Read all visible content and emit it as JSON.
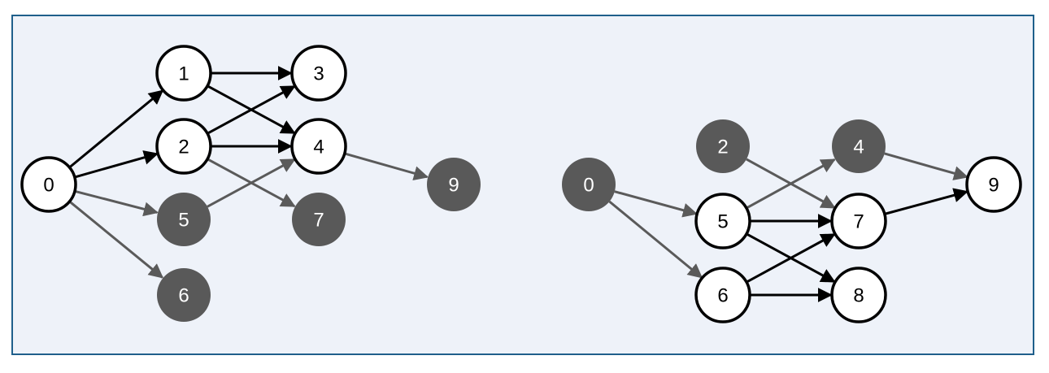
{
  "colors": {
    "background": "#eef2f9",
    "border": "#1f5f8b",
    "active_node_fill": "#ffffff",
    "active_stroke": "#000000",
    "inactive_node_fill": "#595959",
    "inactive_edge": "#5a5a5a",
    "inactive_label": "#ffffff",
    "active_label": "#000000"
  },
  "graphs": [
    {
      "name": "left-graph",
      "nodes": [
        {
          "id": "0",
          "label": "0",
          "state": "active"
        },
        {
          "id": "1",
          "label": "1",
          "state": "active"
        },
        {
          "id": "2",
          "label": "2",
          "state": "active"
        },
        {
          "id": "3",
          "label": "3",
          "state": "active"
        },
        {
          "id": "4",
          "label": "4",
          "state": "active"
        },
        {
          "id": "5",
          "label": "5",
          "state": "inactive"
        },
        {
          "id": "6",
          "label": "6",
          "state": "inactive"
        },
        {
          "id": "7",
          "label": "7",
          "state": "inactive"
        },
        {
          "id": "9",
          "label": "9",
          "state": "inactive"
        }
      ],
      "edges": [
        {
          "from": "0",
          "to": "1",
          "state": "active"
        },
        {
          "from": "0",
          "to": "2",
          "state": "active"
        },
        {
          "from": "0",
          "to": "5",
          "state": "inactive"
        },
        {
          "from": "0",
          "to": "6",
          "state": "inactive"
        },
        {
          "from": "1",
          "to": "3",
          "state": "active"
        },
        {
          "from": "1",
          "to": "4",
          "state": "active"
        },
        {
          "from": "2",
          "to": "3",
          "state": "active"
        },
        {
          "from": "2",
          "to": "4",
          "state": "active"
        },
        {
          "from": "2",
          "to": "7",
          "state": "inactive"
        },
        {
          "from": "5",
          "to": "4",
          "state": "inactive"
        },
        {
          "from": "4",
          "to": "9",
          "state": "inactive"
        }
      ]
    },
    {
      "name": "right-graph",
      "nodes": [
        {
          "id": "0",
          "label": "0",
          "state": "inactive"
        },
        {
          "id": "2",
          "label": "2",
          "state": "inactive"
        },
        {
          "id": "4",
          "label": "4",
          "state": "inactive"
        },
        {
          "id": "5",
          "label": "5",
          "state": "active"
        },
        {
          "id": "6",
          "label": "6",
          "state": "active"
        },
        {
          "id": "7",
          "label": "7",
          "state": "active"
        },
        {
          "id": "8",
          "label": "8",
          "state": "active"
        },
        {
          "id": "9",
          "label": "9",
          "state": "active"
        }
      ],
      "edges": [
        {
          "from": "0",
          "to": "5",
          "state": "inactive"
        },
        {
          "from": "0",
          "to": "6",
          "state": "inactive"
        },
        {
          "from": "2",
          "to": "7",
          "state": "inactive"
        },
        {
          "from": "5",
          "to": "4",
          "state": "inactive"
        },
        {
          "from": "4",
          "to": "9",
          "state": "inactive"
        },
        {
          "from": "5",
          "to": "7",
          "state": "active"
        },
        {
          "from": "5",
          "to": "8",
          "state": "active"
        },
        {
          "from": "6",
          "to": "7",
          "state": "active"
        },
        {
          "from": "6",
          "to": "8",
          "state": "active"
        },
        {
          "from": "7",
          "to": "9",
          "state": "active"
        }
      ]
    }
  ]
}
